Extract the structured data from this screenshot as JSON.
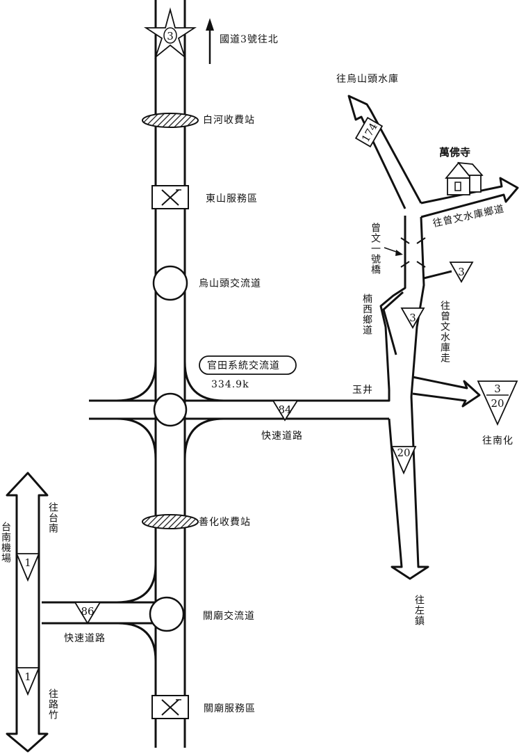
{
  "labels": {
    "north": "國道3號往北",
    "baihe_toll": "白河收費站",
    "dongshan_sa": "東山服務區",
    "wushantou_ic": "烏山頭交流道",
    "guantian_jct": "官田系統交流道",
    "km": "334.9k",
    "yujing": "玉井",
    "expressway_84": "快速道路",
    "shanhua_toll": "善化收費站",
    "guanmiao_ic": "關廟交流道",
    "expressway_86": "快速道路",
    "guanmiao_sa": "關廟服務區",
    "to_wushantou_reservoir": "往烏山頭水庫",
    "wanfo_temple": "萬佛寺",
    "to_zengwen_township_road": "往曾文水庫鄉道",
    "zengwen_bridge": "曾文一號橋",
    "nanxi_township_road": "楠西鄉道",
    "to_zengwen_reservoir": "往曾文水庫走",
    "to_nanhua": "往南化",
    "to_zuozhen": "往左鎮",
    "tainan_airport": "台南機場",
    "to_tainan": "往台南",
    "to_luzhu": "往路竹"
  },
  "shields": {
    "nat3": "3",
    "r174": "174",
    "r3a": "3",
    "r3b": "3",
    "r3_20_top": "3",
    "r3_20_bottom": "20",
    "r20": "20",
    "r84": "84",
    "r86": "86",
    "r1a": "1",
    "r1b": "1"
  }
}
